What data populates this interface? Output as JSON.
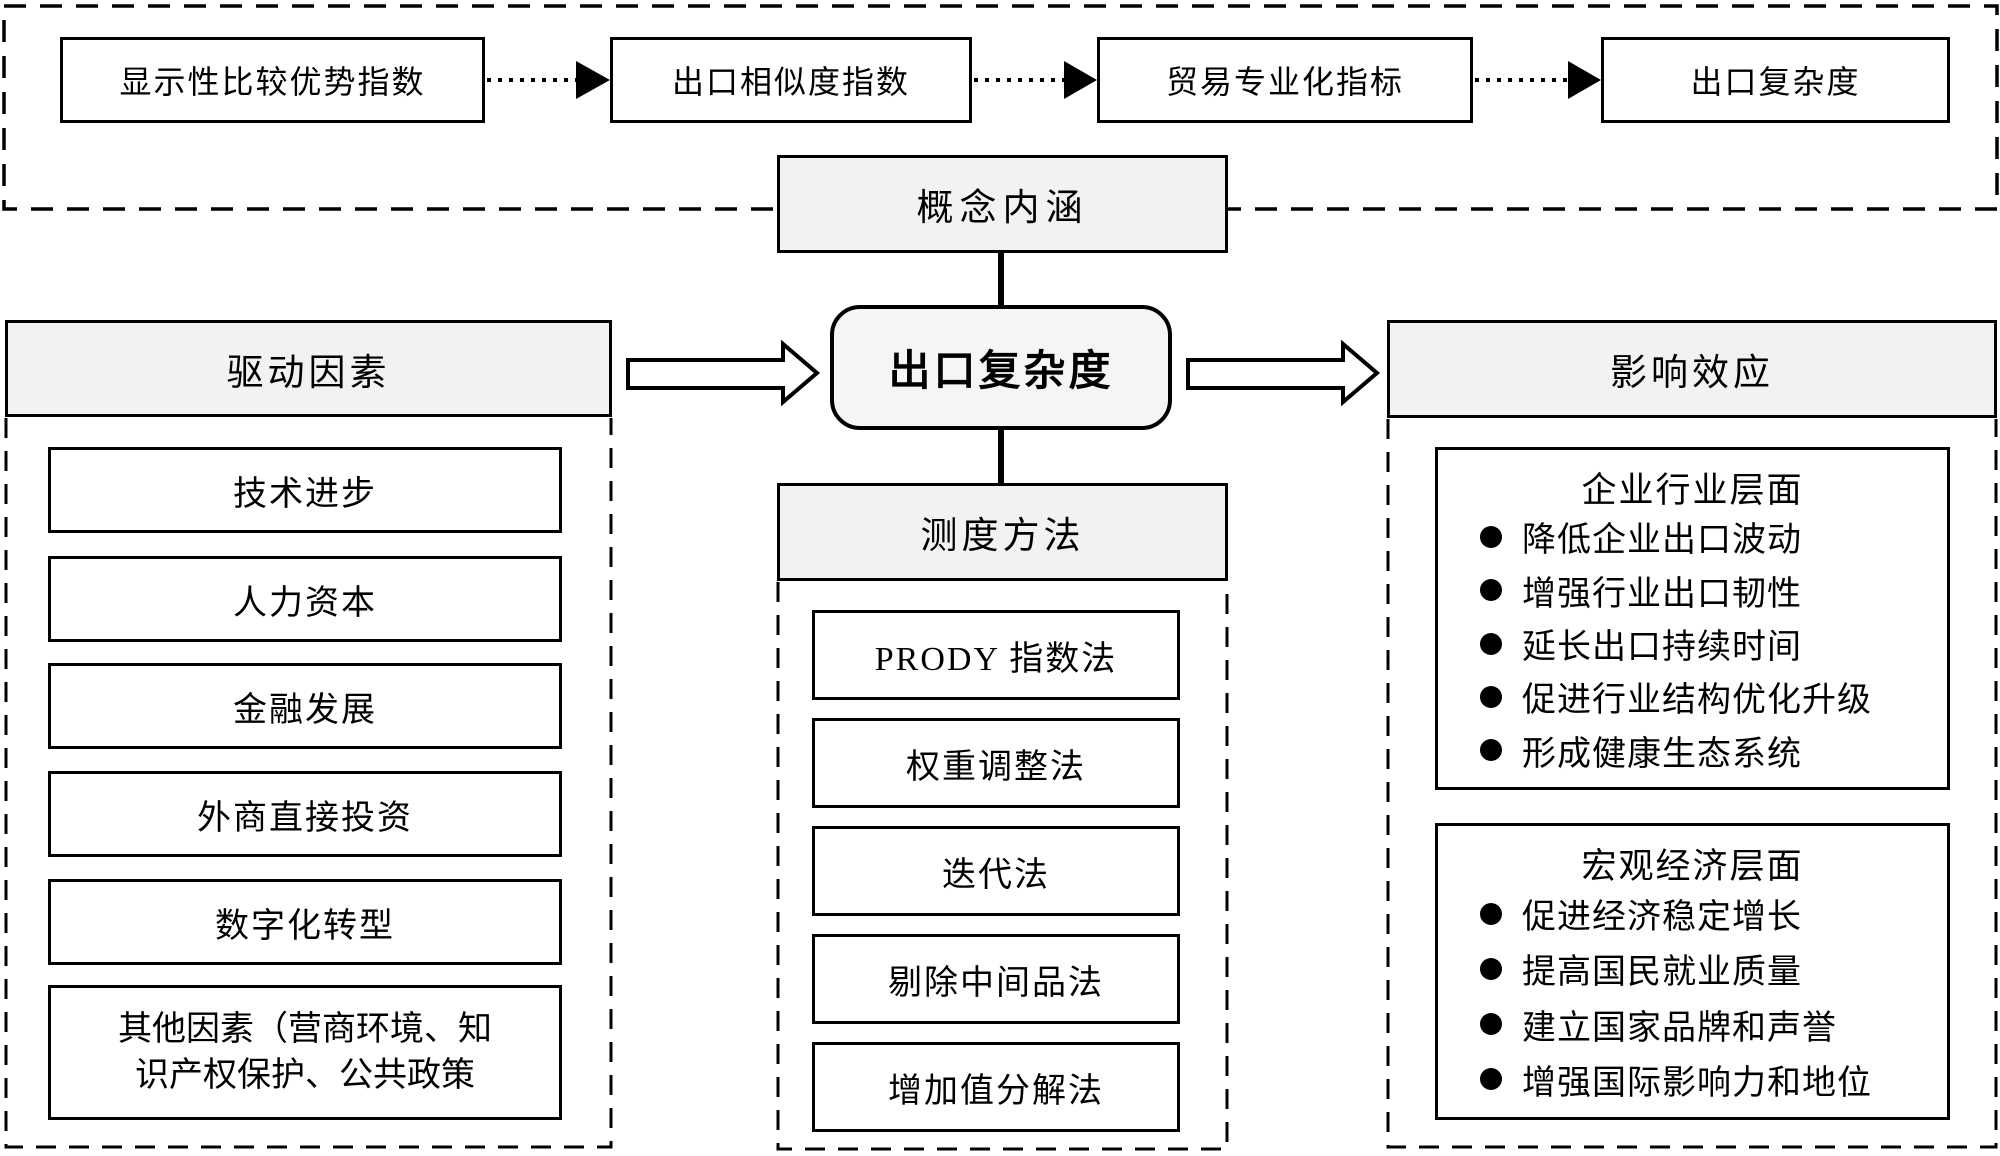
{
  "colors": {
    "line": "#000000",
    "header_fill": "#f2f2f2",
    "core_fill": "#f5f5f5",
    "box_fill": "#ffffff"
  },
  "top_flow": {
    "steps": [
      "显示性比较优势指数",
      "出口相似度指数",
      "贸易专业化指标",
      "出口复杂度"
    ]
  },
  "concept_label": "概念内涵",
  "core_label": "出口复杂度",
  "drivers": {
    "title": "驱动因素",
    "items": [
      "技术进步",
      "人力资本",
      "金融发展",
      "外商直接投资",
      "数字化转型",
      "其他因素（营商环境、知识产权保护、公共政策"
    ]
  },
  "methods": {
    "title": "测度方法",
    "items": [
      "PRODY 指数法",
      "权重调整法",
      "迭代法",
      "剔除中间品法",
      "增加值分解法"
    ]
  },
  "effects": {
    "title": "影响效应",
    "groups": [
      {
        "title": "企业行业层面",
        "bullets": [
          "降低企业出口波动",
          "增强行业出口韧性",
          "延长出口持续时间",
          "促进行业结构优化升级",
          "形成健康生态系统"
        ]
      },
      {
        "title": "宏观经济层面",
        "bullets": [
          "促进经济稳定增长",
          "提高国民就业质量",
          "建立国家品牌和声誉",
          "增强国际影响力和地位"
        ]
      }
    ]
  }
}
